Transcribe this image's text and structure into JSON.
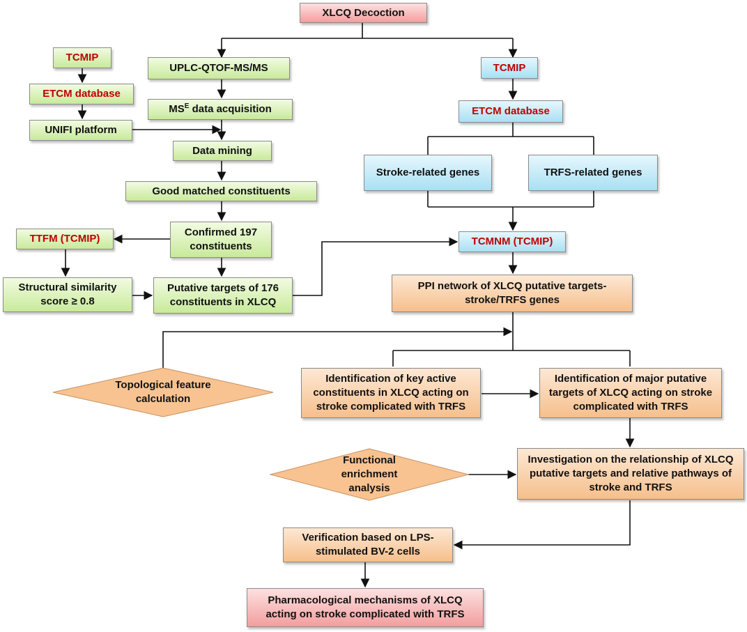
{
  "nodes": {
    "xlcq_decoction": "XLCQ Decoction",
    "left_tcmip": "TCMIP",
    "left_etcm": "ETCM database",
    "unifi": "UNIFI platform",
    "uplc": "UPLC-QTOF-MS/MS",
    "mse_base": "MS",
    "mse_sup": "E",
    "mse_rest": " data acquisition",
    "data_mining": "Data mining",
    "good_matched": "Good matched constituents",
    "confirmed_197": "Confirmed 197 constituents",
    "ttfm": "TTFM (TCMIP)",
    "structural_similarity": "Structural similarity score ≥ 0.8",
    "putative_176": "Putative targets of 176 constituents in XLCQ",
    "right_tcmip": "TCMIP",
    "right_etcm": "ETCM database",
    "stroke_genes": "Stroke-related genes",
    "trfs_genes": "TRFS-related genes",
    "tcmnm": "TCMNM (TCMIP)",
    "ppi_network": "PPI network of XLCQ putative targets-stroke/TRFS  genes",
    "topological": "Topological feature calculation",
    "key_constituents": "Identification of key active constituents in XLCQ acting on stroke complicated with TRFS",
    "major_targets": "Identification of major putative targets of XLCQ acting on stroke complicated with TRFS",
    "functional_enrichment": "Functional enrichment analysis",
    "investigation": "Investigation on the relationship of XLCQ putative targets and relative pathways of stroke and TRFS",
    "verification": "Verification based on LPS-stimulated BV-2 cells",
    "mechanisms": "Pharmacological mechanisms of XLCQ acting on stroke complicated with TRFS"
  },
  "colors": {
    "green_fill": "#c8ea9a",
    "blue_fill": "#a9e0f3",
    "orange_fill": "#f6bf8c",
    "pink_fill": "#f29e9e",
    "database_text": "#c00000",
    "connector": "#111111"
  }
}
